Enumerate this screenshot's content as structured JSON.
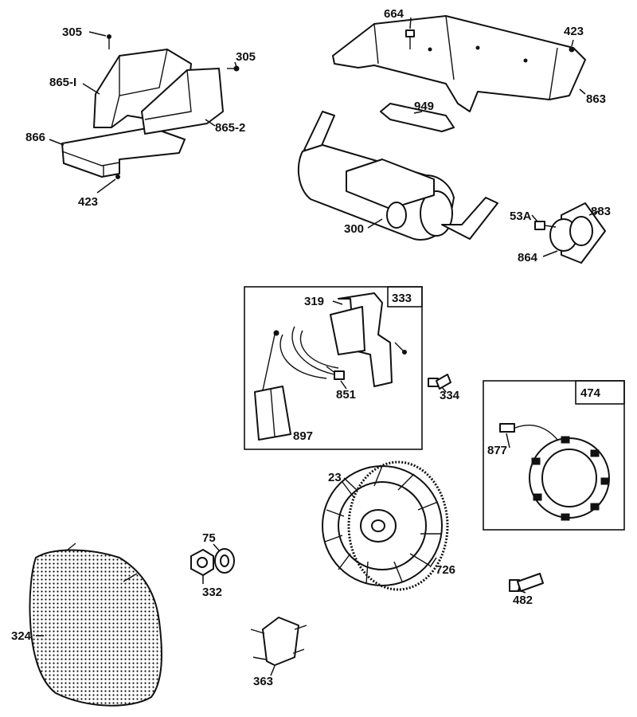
{
  "labels": {
    "p305a": "305",
    "p305b": "305",
    "p865_1": "865-I",
    "p865_2": "865-2",
    "p866": "866",
    "p423a": "423",
    "p664": "664",
    "p423b": "423",
    "p863": "863",
    "p949": "949",
    "p300": "300",
    "p53a": "53A",
    "p883": "883",
    "p864": "864",
    "p319": "319",
    "p333": "333",
    "p851": "851",
    "p897": "897",
    "p334": "334",
    "p474": "474",
    "p877": "877",
    "p23": "23",
    "p726": "726",
    "p75": "75",
    "p332": "332",
    "p324": "324",
    "p482": "482",
    "p363": "363"
  },
  "colors": {
    "ink": "#111111",
    "paper": "#ffffff"
  }
}
